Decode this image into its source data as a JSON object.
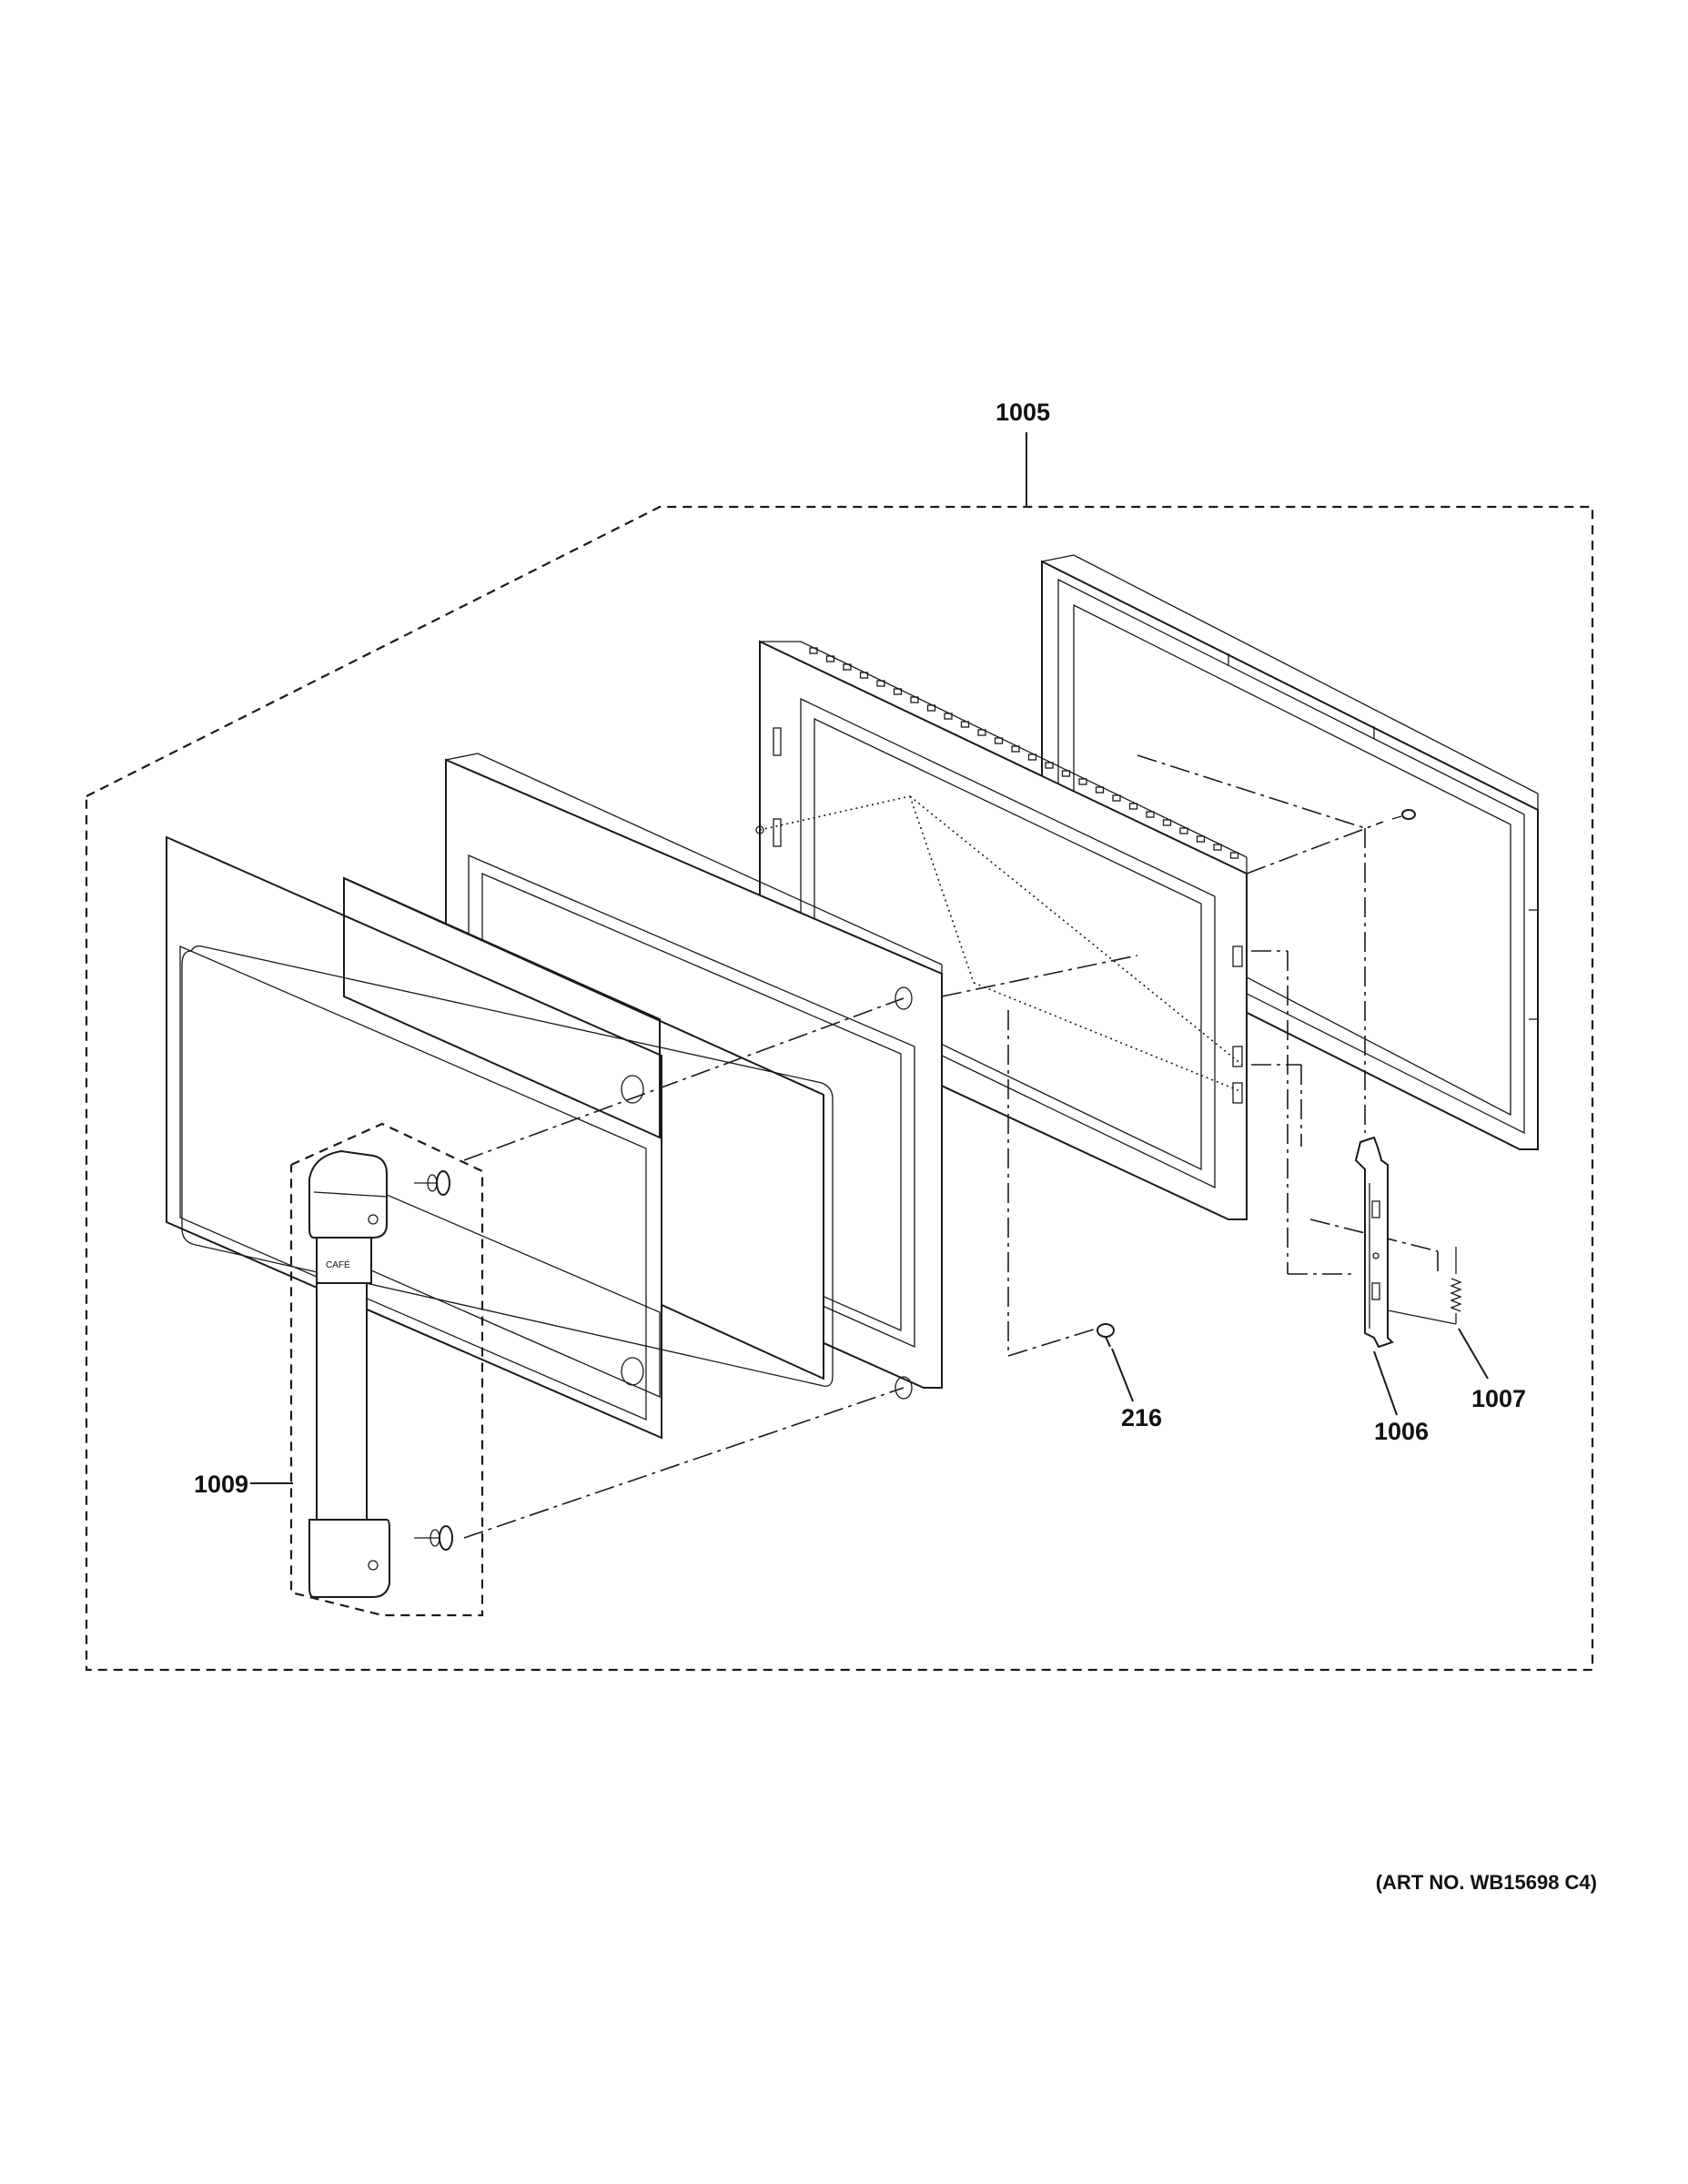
{
  "diagram": {
    "callouts": {
      "assembly": "1005",
      "screw": "216",
      "latch": "1006",
      "spring": "1007",
      "handle": "1009"
    },
    "art_number": "(ART NO. WB15698 C4)",
    "handle_logo": "CAFÉ"
  }
}
